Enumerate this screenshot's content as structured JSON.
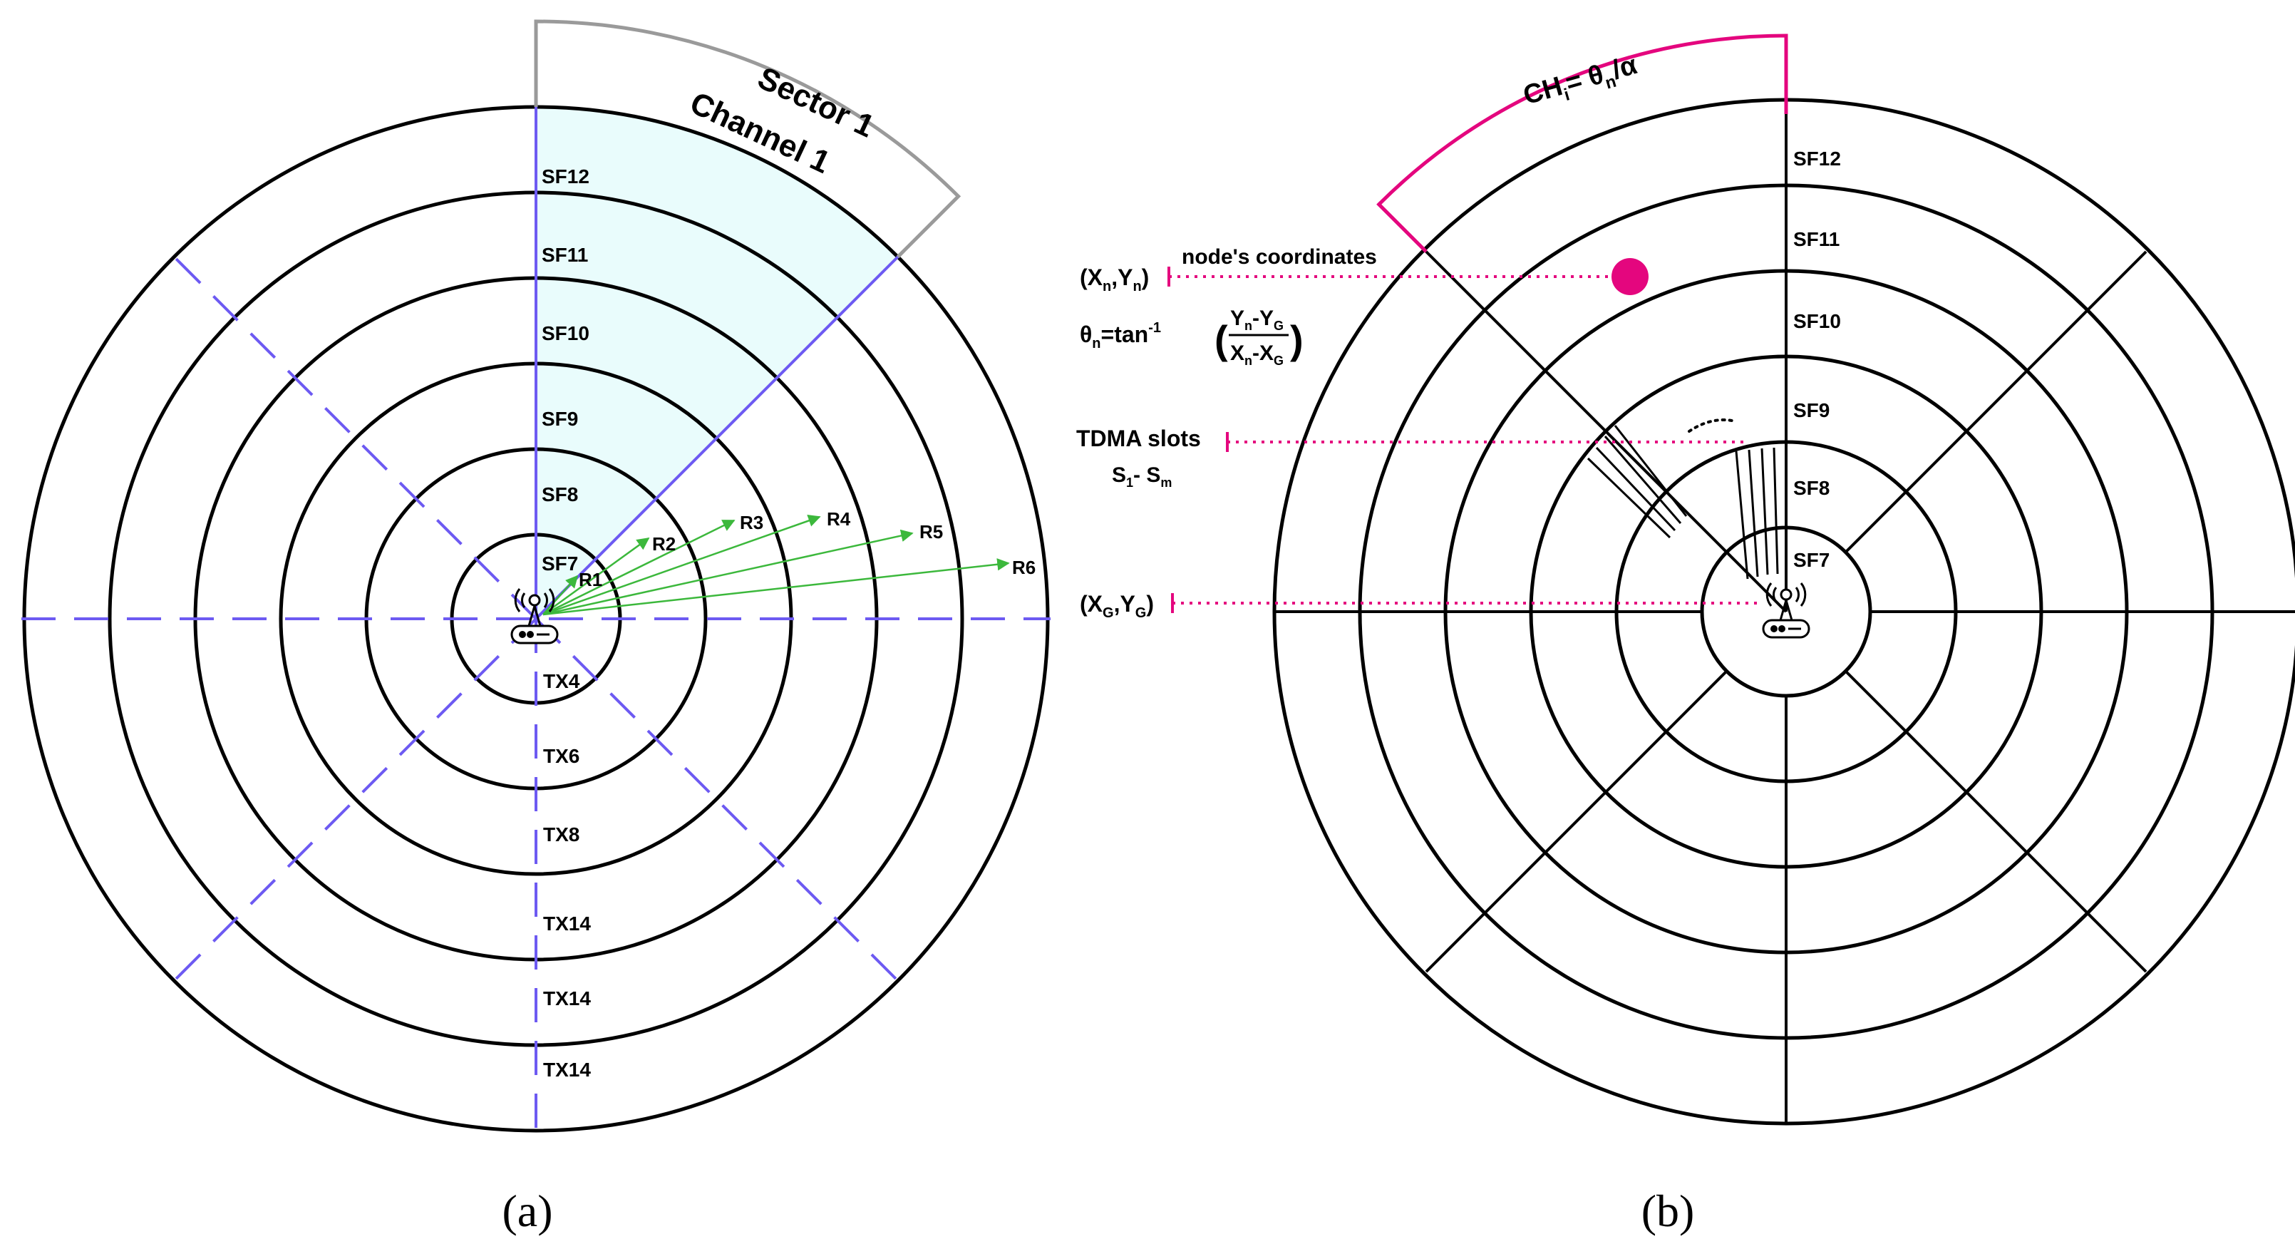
{
  "panel_a": {
    "sector_label": "Sector 1",
    "channel_label": "Channel 1",
    "sf_labels": [
      "SF12",
      "SF11",
      "SF10",
      "SF9",
      "SF8",
      "SF7"
    ],
    "tx_labels": [
      "TX4",
      "TX6",
      "TX8",
      "TX14",
      "TX14",
      "TX14"
    ],
    "radius_labels": [
      "R1",
      "R2",
      "R3",
      "R4",
      "R5",
      "R6"
    ],
    "caption": "(a)",
    "colors": {
      "sector_fill": "#e9fcfc",
      "sector_line": "#6d5af2",
      "arrows": "#3cb83c",
      "arc": "#9a9a9a"
    }
  },
  "panel_b": {
    "channel_formula": "CHᵢ = θₙ/α",
    "channel_main": "CH",
    "channel_sub": "i",
    "channel_eq": "= θ",
    "channel_sub2": "n",
    "channel_tail": "/α",
    "sf_labels": [
      "SF12",
      "SF11",
      "SF10",
      "SF9",
      "SF8",
      "SF7"
    ],
    "node_coord_label": {
      "open": "(X",
      "sub1": "n",
      "mid": ",Y",
      "sub2": "n",
      "close": ")"
    },
    "node_coordinates_text": "node's coordinates",
    "theta": {
      "lhs": "θ",
      "lhs_sub": "n",
      "eq": "=tan",
      "sup": "-1",
      "num": "Y",
      "num_sub": "n",
      "num_mid": "-Y",
      "num_sub2": "G",
      "den": "X",
      "den_sub": "n",
      "den_mid": "-X",
      "den_sub2": "G"
    },
    "tdma_label": "TDMA slots",
    "slots_label": {
      "s": "S",
      "sub1": "1",
      "mid": "- S",
      "sub2": "m"
    },
    "gateway_label": {
      "open": "(X",
      "sub1": "G",
      "mid": ",Y",
      "sub2": "G",
      "close": ")"
    },
    "caption": "(b)",
    "colors": {
      "accent": "#e4067e"
    }
  }
}
